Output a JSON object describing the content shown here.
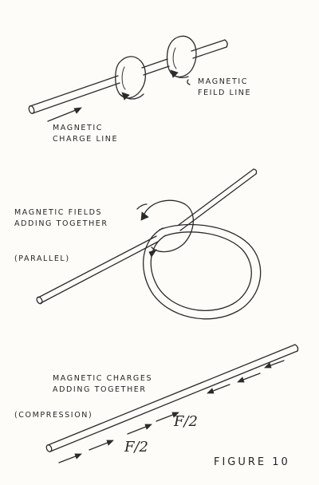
{
  "panel_top": {
    "charge_line_label": [
      "MAGNETIC",
      "CHARGE LINE"
    ],
    "field_line_label": [
      "MAGNETIC",
      "FEILD LINE"
    ]
  },
  "panel_middle": {
    "fields_label": [
      "MAGNETIC FIELDS",
      "ADDING TOGETHER"
    ],
    "mode_label": "(PARALLEL)"
  },
  "panel_bottom": {
    "charges_label": [
      "MAGNETIC CHARGES",
      "ADDING TOGETHER"
    ],
    "mode_label": "(COMPRESSION)",
    "force_left": "F/2",
    "force_right": "F/2"
  },
  "figure_label": "FIGURE 10"
}
